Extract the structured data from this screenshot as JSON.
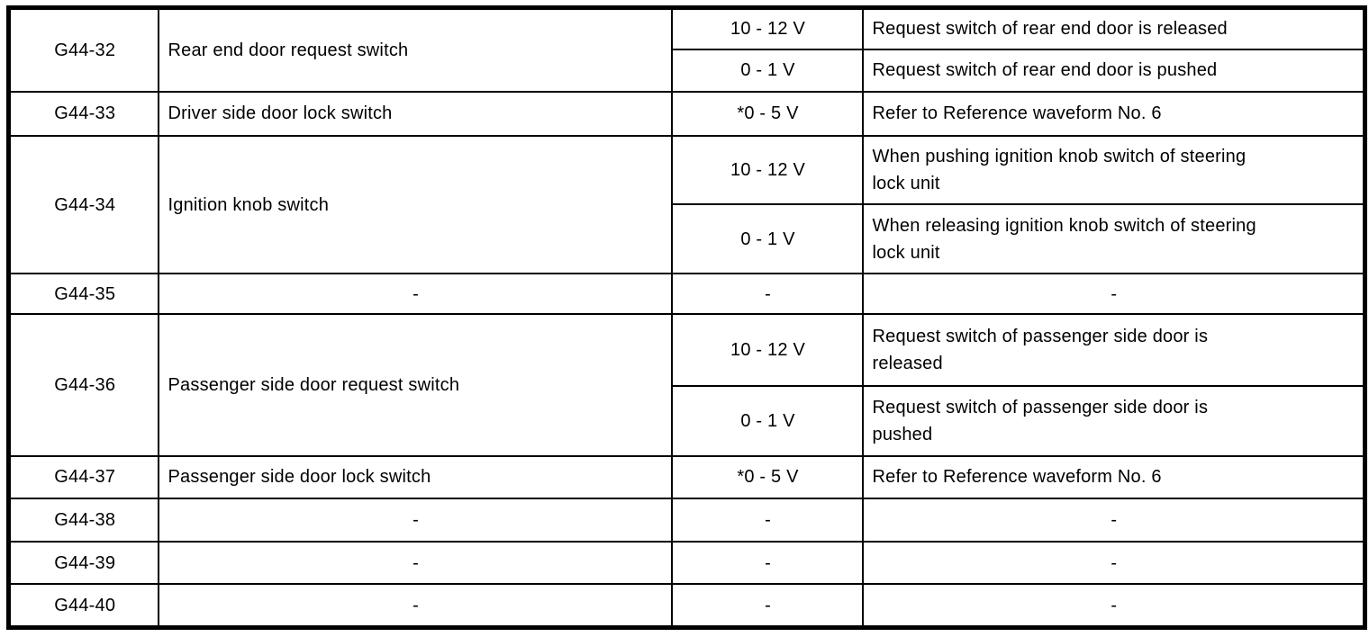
{
  "document": {
    "kind": "terminal-voltage-table",
    "connector": "G44",
    "text_color": "#000000",
    "border_color": "#000000",
    "background_color": "#ffffff"
  },
  "table": {
    "rows": [
      {
        "id": "G44-32",
        "signal": "Rear end door request switch",
        "entries": [
          {
            "voltage": "10 - 12 V",
            "condition": "Request switch of rear end door is released"
          },
          {
            "voltage": "0 - 1 V",
            "condition": "Request switch of rear end door is pushed"
          }
        ]
      },
      {
        "id": "G44-33",
        "signal": "Driver side door lock switch",
        "entries": [
          {
            "voltage": "*0 - 5 V",
            "condition": "Refer to Reference waveform No. 6"
          }
        ]
      },
      {
        "id": "G44-34",
        "signal": "Ignition knob switch",
        "entries": [
          {
            "voltage": "10 - 12 V",
            "condition": "When pushing ignition knob switch of steering\nlock unit"
          },
          {
            "voltage": "0 - 1 V",
            "condition": "When releasing ignition knob switch of steering\nlock unit"
          }
        ]
      },
      {
        "id": "G44-35",
        "signal": "-",
        "entries": [
          {
            "voltage": "-",
            "condition": "-"
          }
        ]
      },
      {
        "id": "G44-36",
        "signal": "Passenger side door request switch",
        "entries": [
          {
            "voltage": "10 - 12 V",
            "condition": "Request switch of passenger side door is\nreleased"
          },
          {
            "voltage": "0 - 1 V",
            "condition": "Request switch of passenger side door is\npushed"
          }
        ]
      },
      {
        "id": "G44-37",
        "signal": "Passenger side door lock switch",
        "entries": [
          {
            "voltage": "*0 - 5 V",
            "condition": "Refer to Reference waveform No. 6"
          }
        ]
      },
      {
        "id": "G44-38",
        "signal": "-",
        "entries": [
          {
            "voltage": "-",
            "condition": "-"
          }
        ]
      },
      {
        "id": "G44-39",
        "signal": "-",
        "entries": [
          {
            "voltage": "-",
            "condition": "-"
          }
        ]
      },
      {
        "id": "G44-40",
        "signal": "-",
        "entries": [
          {
            "voltage": "-",
            "condition": "-"
          }
        ]
      }
    ]
  }
}
